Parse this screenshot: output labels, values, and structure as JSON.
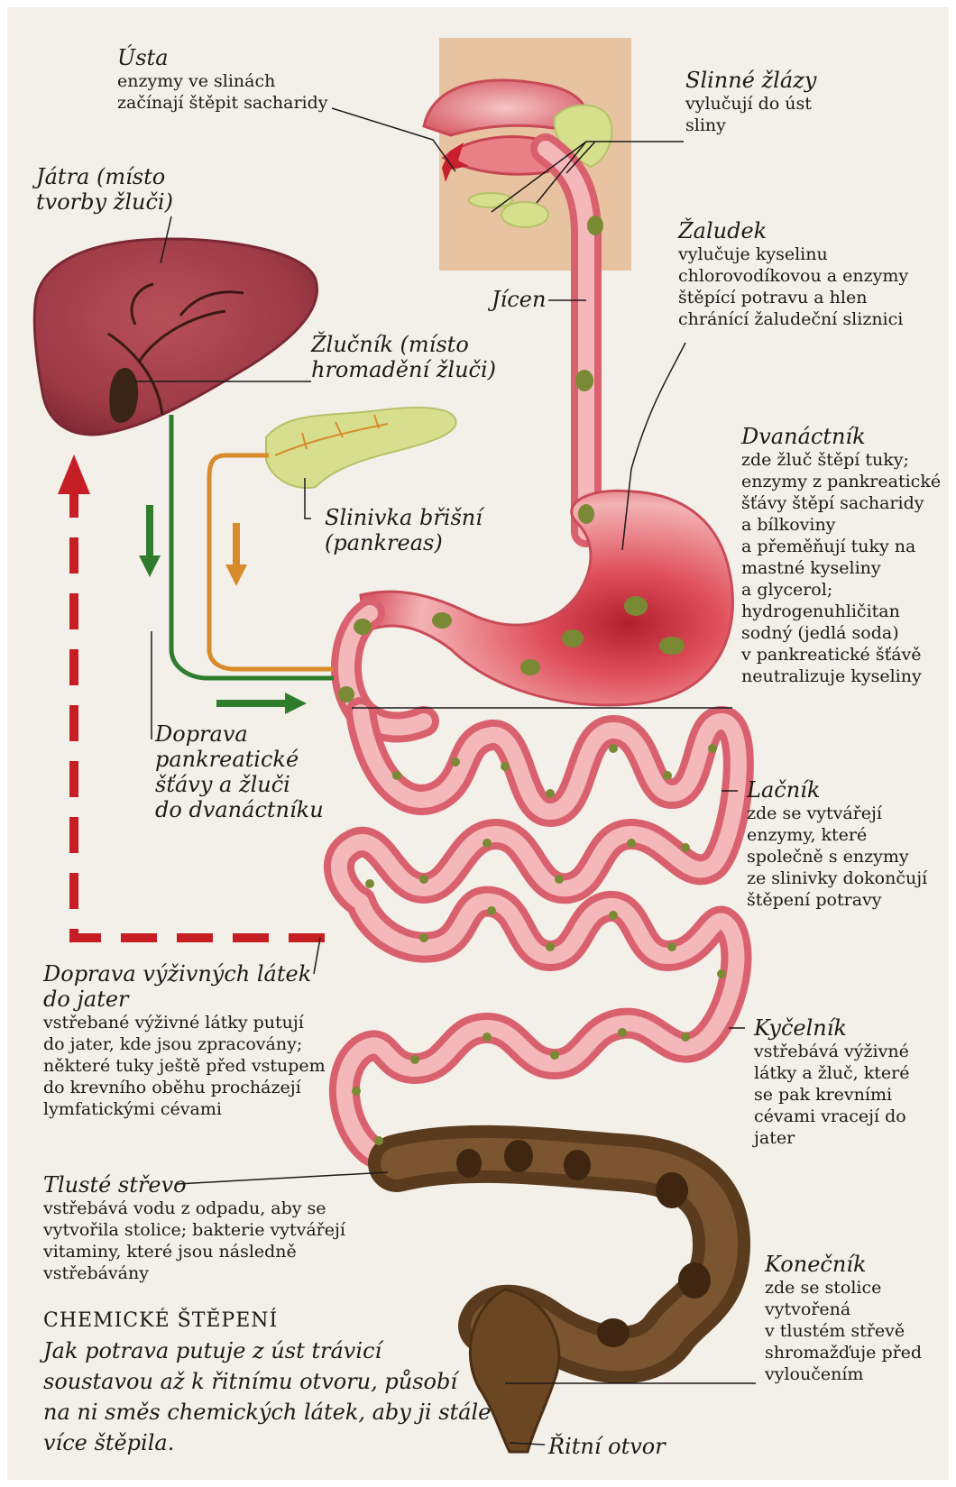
{
  "labels": {
    "usta": {
      "title": "Ústa",
      "text": "enzymy ve slinách\nzačínají štěpit sacharidy"
    },
    "slinne": {
      "title": "Slinné žlázy",
      "text": "vylučují do úst\nsliny"
    },
    "jatra": {
      "title": "Játra (místo\ntvorby žluči)"
    },
    "zaludek": {
      "title": "Žaludek",
      "text": "vylučuje kyselinu\nchlorovodíkovou a enzymy\nštěpící potravu a hlen\nchránící žaludeční sliznici"
    },
    "jicen": {
      "title": "Jícen"
    },
    "zlucnik": {
      "title": "Žlučník (místo\nhromadění žluči)"
    },
    "dvanactnik": {
      "title": "Dvanáctník",
      "text": "zde žluč štěpí tuky;\nenzymy z pankreatické\nšťávy štěpí sacharidy\na bílkoviny\na přeměňují tuky na\nmastné kyseliny\na glycerol;\nhydrogenuhličitan\nsodný (jedlá soda)\nv pankreatické šťávě\nneutralizuje kyseliny"
    },
    "slinivka": {
      "title": "Slinivka břišní\n(pankreas)"
    },
    "doprava_stavy": {
      "title": "Doprava\npankreatické\nšťávy a žluči\ndo dvanáctníku"
    },
    "lacnik": {
      "title": "Lačník",
      "text": "zde se vytvářejí\nenzymy, které\nspolečně s enzymy\nze slinivky dokončují\nštěpení potravy"
    },
    "doprava_latek": {
      "title": "Doprava výživných látek\ndo jater",
      "text": "vstřebané výživné látky putují\ndo jater, kde jsou zpracovány;\nněkteré tuky ještě před vstupem\ndo krevního oběhu procházejí\nlymfatickými cévami"
    },
    "kycelnik": {
      "title": "Kyčelník",
      "text": "vstřebává výživné\nlátky a žluč, které\nse pak krevními\ncévami vracejí do\njater"
    },
    "tluste": {
      "title": "Tlusté střevo",
      "text": "vstřebává vodu z odpadu, aby se\nvytvořila stolice; bakterie vytvářejí\nvitaminy, které jsou následně\nvstřebávány"
    },
    "konecnik": {
      "title": "Konečník",
      "text": "zde se stolice\nvytvořená\nv tlustém střevě\nshromažďuje před\nvyloučením"
    },
    "ritni": {
      "title": "Řitní otvor"
    }
  },
  "footer": {
    "heading": "CHEMICKÉ ŠTĚPENÍ",
    "text": "Jak potrava putuje z úst trávicí\nsoustavou až k řitnímu otvoru, působí\nna ni směs chemických látek, aby ji stále\nvíce štěpila."
  },
  "colors": {
    "panel": "#f3efe9",
    "gut_outer": "#d9616e",
    "gut_inner": "#f4b7ba",
    "food": "#7a8a34",
    "liver": "#9c3b45",
    "pancreas": "#d7df8e",
    "colon": "#5a3b1d",
    "bile_arrow": "#2f7d2c",
    "juice_arrow": "#d88b2a",
    "blood_arrow": "#c61e25"
  },
  "icons": {
    "bile_flow": "arrow-down-icon",
    "pancreatic_flow": "arrow-down-icon",
    "duodenum_flow": "arrow-right-icon",
    "blood_to_liver": "arrow-up-icon"
  }
}
